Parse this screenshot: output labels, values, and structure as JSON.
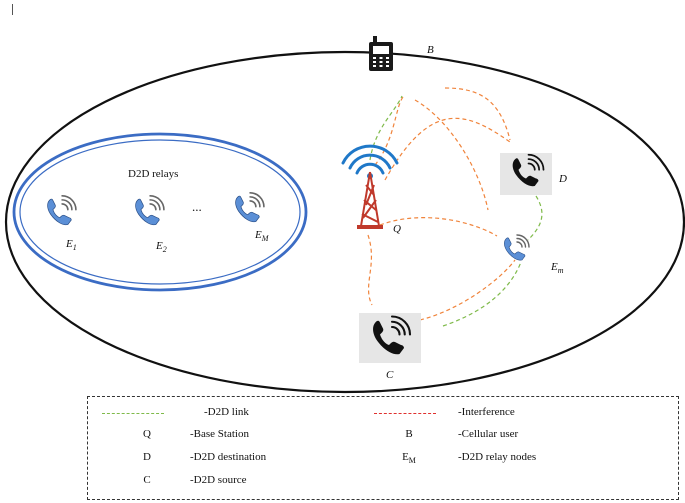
{
  "diagram": {
    "relay_group_title": "D2D relays",
    "ellipsis": "...",
    "labels": {
      "B": "B",
      "D": "D",
      "Q": "Q",
      "C": "C",
      "E1": "E",
      "E1_sub": "1",
      "E2": "E",
      "E2_sub": "2",
      "EM": "E",
      "EM_sub": "M",
      "Em": "E",
      "Em_sub": "m"
    },
    "colors": {
      "cell_border": "#111111",
      "relay_group_border": "#3b6cc4",
      "d2d_link": "#7fba4a",
      "interference": "#f0843c",
      "interference_legend": "#e0302e",
      "phone_blue": "#5b8fd6",
      "tower_red": "#c0392b",
      "wifi_blue": "#1f78c8"
    },
    "icons": {
      "cellular_user": "mobile-phone-icon",
      "destination": "phone-handset-icon",
      "source": "phone-handset-icon",
      "relays": "phone-handset-icon",
      "base_station": "radio-tower-icon"
    }
  },
  "legend": {
    "d2d_link": "-D2D link",
    "interference": "-Interference",
    "base_station_sym": "Q",
    "base_station": "-Base Station",
    "cellular_user_sym": "B",
    "cellular_user": "-Cellular user",
    "destination_sym": "D",
    "destination": "-D2D destination",
    "relay_sym": "E",
    "relay_sym_sub": "M",
    "relay_nodes": "-D2D relay nodes",
    "source_sym": "C",
    "source": "-D2D source"
  }
}
